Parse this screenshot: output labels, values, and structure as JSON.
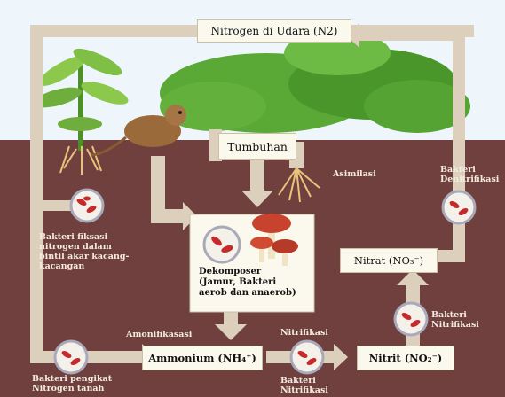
{
  "colors": {
    "soil": "#70403f",
    "sky": "#eef5fb",
    "arrow": "#dcd0bc",
    "box": "#fbf8ee",
    "leaf": "#4f9a2c",
    "bacteria": "#c62a2a"
  },
  "nodes": {
    "air": "Nitrogen di Udara (N2)",
    "plant": "Tumbuhan",
    "decomposer": "Dekomposer\n(Jamur, Bakteri\naerob dan anaerob)",
    "ammonium": "Ammonium (NH₄⁺)",
    "nitrite": "Nitrit  (NO₂⁻)",
    "nitrate": "Nitrat  (NO₃⁻)"
  },
  "labels": {
    "assimilation": "Asimilasi",
    "ammonification": "Amonifikasasi",
    "nitrification_top": "Nitrifikasi",
    "nitrifying_bottom": "Bakteri\nNitrifikasi",
    "nitrifying_right": "Bakteri\nNitrifikasi",
    "denitrifying": "Bakteri\nDenitrifikasi",
    "fixation": "Bakteri fiksasi\nnitrogen dalam\nbintil akar kacang-\nkacangan",
    "soil_fixing": "Bakteri pengikat\nNitrogen tanah"
  }
}
